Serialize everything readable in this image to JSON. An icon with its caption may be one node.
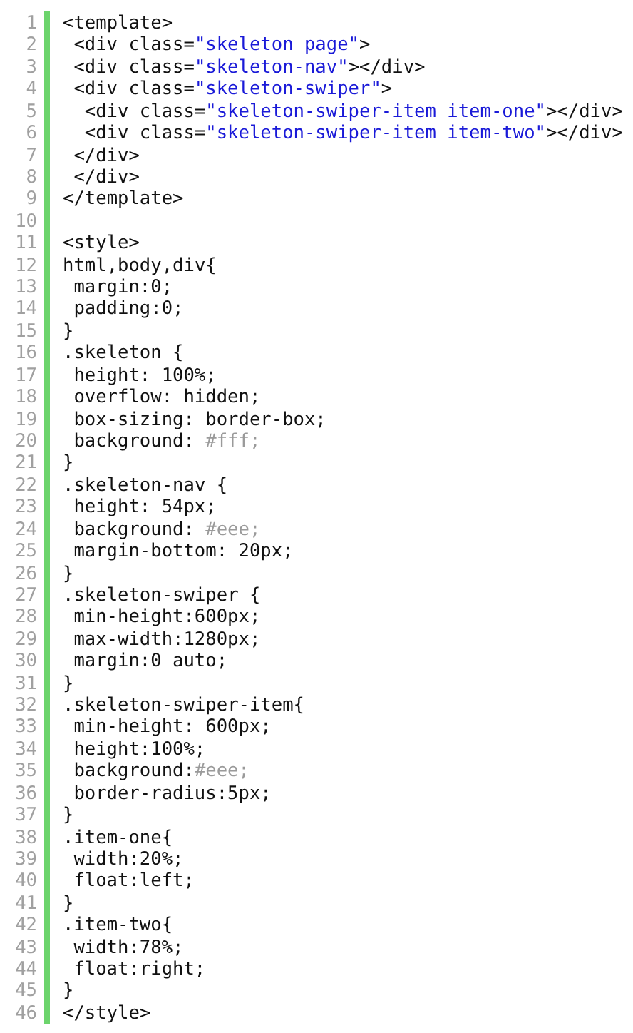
{
  "diagram": {
    "labels": [
      "1",
      "<template>",
      "2",
      "<div class=\"skeleton page\">",
      "3",
      "<div class=\"skeleton-nav\"></div>",
      "4",
      "<div class=\"skeleton-swiper\">",
      "5",
      "<div class=\"skeleton-swiper-item item-one\"></div>",
      "6",
      "<div class=\"skeleton-swiper-item item-two\"></div>",
      "7",
      "</div>",
      "8",
      "</div>",
      "9",
      "</template>",
      "10",
      "11",
      "<style>",
      "12",
      "html,body,div{",
      "13",
      "margin:0;",
      "14",
      "padding:0;",
      "15",
      "}",
      "16",
      ".skeleton {",
      "17",
      "height: 100%;",
      "18",
      "overflow: hidden;",
      "19",
      "box-sizing: border-box;",
      "20",
      "background: #fff;",
      "21",
      "}",
      "22",
      ".skeleton-nav {",
      "23",
      "height: 54px;",
      "24",
      "background: #eee;",
      "25",
      "margin-bottom: 20px;",
      "26",
      "}",
      "27",
      ".skeleton-swiper {",
      "28",
      "min-height:600px;",
      "29",
      "max-width:1280px;",
      "30",
      "margin:0 auto;",
      "31",
      "}",
      "32",
      ".skeleton-swiper-item{",
      "33",
      "min-height: 600px;",
      "34",
      "height:100%;",
      "35",
      "background:#eee;",
      "36",
      "border-radius:5px;",
      "37",
      "}",
      "38",
      ".item-one{",
      "39",
      "width:20%;",
      "40",
      "float:left;",
      "41",
      "}",
      "42",
      ".item-two{",
      "43",
      "width:78%;",
      "44",
      "float:right;",
      "45",
      "}",
      "46",
      "</style>"
    ]
  }
}
